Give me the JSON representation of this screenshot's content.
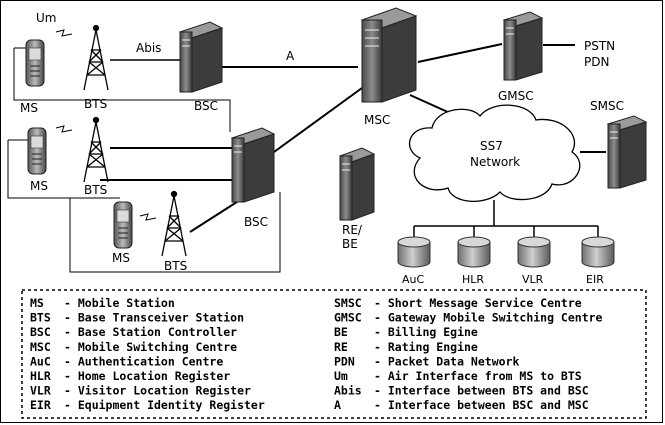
{
  "diagram": {
    "labels": {
      "um": "Um",
      "abis": "Abis",
      "a": "A",
      "ms1": "MS",
      "bts1": "BTS",
      "bsc1": "BSC",
      "ms2": "MS",
      "bts2": "BTS",
      "ms3": "MS",
      "bts3": "BTS",
      "bsc2": "BSC",
      "msc": "MSC",
      "gmsc": "GMSC",
      "pstn": "PSTN",
      "pdn": "PDN",
      "smsc": "SMSC",
      "ss7_line1": "SS7",
      "ss7_line2": "Network",
      "rebe_line1": "RE/",
      "rebe_line2": "BE",
      "auc": "AuC",
      "hlr": "HLR",
      "vlr": "VLR",
      "eir": "EIR"
    }
  },
  "legend": {
    "left": [
      {
        "abbr": "MS",
        "desc": "- Mobile Station"
      },
      {
        "abbr": "BTS",
        "desc": "- Base Transceiver Station"
      },
      {
        "abbr": "BSC",
        "desc": "- Base Station Controller"
      },
      {
        "abbr": "MSC",
        "desc": "- Mobile Switching Centre"
      },
      {
        "abbr": "AuC",
        "desc": "- Authentication Centre"
      },
      {
        "abbr": "HLR",
        "desc": "- Home Location Register"
      },
      {
        "abbr": "VLR",
        "desc": "- Visitor Location Register"
      },
      {
        "abbr": "EIR",
        "desc": "- Equipment Identity Register"
      }
    ],
    "right": [
      {
        "abbr": "SMSC",
        "desc": "- Short Message Service Centre"
      },
      {
        "abbr": "GMSC",
        "desc": "- Gateway Mobile Switching Centre"
      },
      {
        "abbr": "BE",
        "desc": "- Billing Egine"
      },
      {
        "abbr": "RE",
        "desc": "- Rating Engine"
      },
      {
        "abbr": "PDN",
        "desc": "- Packet Data Network"
      },
      {
        "abbr": "Um",
        "desc": "- Air Interface from MS to BTS"
      },
      {
        "abbr": "Abis",
        "desc": "- Interface between BTS and BSC"
      },
      {
        "abbr": "A",
        "desc": "- Interface between BSC and MSC"
      }
    ]
  }
}
